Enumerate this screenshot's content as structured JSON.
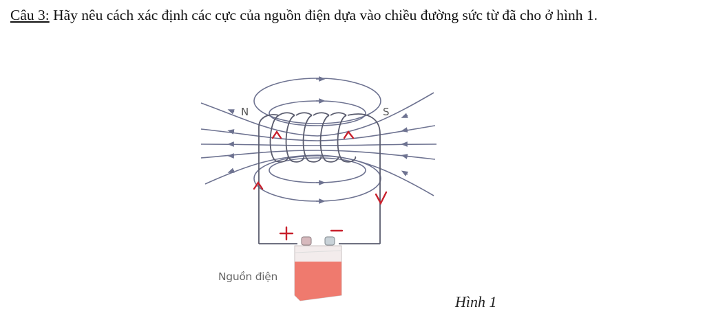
{
  "question": {
    "label": "Câu 3:",
    "text": " Hãy nêu cách xác định các cực của nguồn điện dựa vào chiều đường sức từ đã cho ở hình 1."
  },
  "figure": {
    "pole_left": "N",
    "pole_right": "S",
    "battery_label": "Nguồn điện",
    "plus_sign": "+",
    "minus_sign": "−",
    "caption": "Hình 1",
    "colors": {
      "field_lines": "#6e7391",
      "annotation_red": "#c8202c",
      "battery_body": "#ef7a6e",
      "wire": "#555555"
    }
  }
}
